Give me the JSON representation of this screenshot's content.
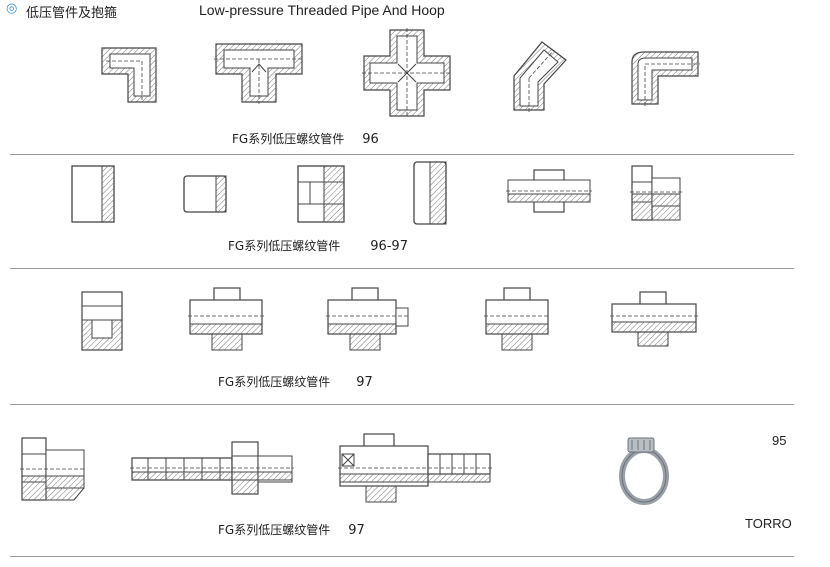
{
  "header": {
    "icon": "circle-dot-icon",
    "title_cn": "低压管件及抱箍",
    "title_en": "Low-pressure Threaded Pipe And Hoop"
  },
  "rows": [
    {
      "caption": "FG系列低压螺纹管件",
      "page": "96",
      "items": [
        "elbow-90-icon",
        "tee-icon",
        "cross-icon",
        "elbow-45-icon",
        "street-elbow-icon"
      ]
    },
    {
      "caption": "FG系列低压螺纹管件",
      "page": "96-97",
      "items": [
        "coupling-icon",
        "half-coupling-icon",
        "reducing-coupling-icon",
        "cap-icon",
        "hex-nipple-icon",
        "hex-plug-icon"
      ]
    },
    {
      "caption": "FG系列低压螺纹管件",
      "page": "97",
      "items": [
        "hex-cap-icon",
        "union-icon",
        "union-male-icon",
        "union-female-icon",
        "union-reducer-icon"
      ]
    },
    {
      "caption": "FG系列低压螺纹管件",
      "page": "97",
      "items": [
        "hose-adapter-icon",
        "hose-barb-nipple-icon",
        "swivel-hose-fitting-icon"
      ]
    }
  ],
  "hoop": {
    "icon": "hose-clamp-icon",
    "page": "95",
    "brand": "TORRO"
  },
  "colors": {
    "line": "#555555",
    "hatch": "#888888",
    "rule": "#9a9a9a",
    "accent": "#3a8fd6"
  }
}
